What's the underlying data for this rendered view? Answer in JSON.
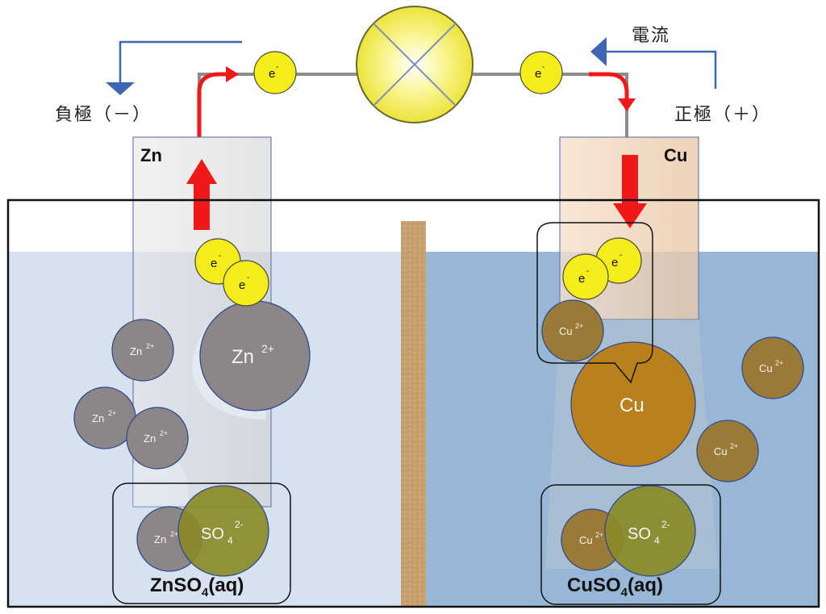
{
  "labels": {
    "current": "電流",
    "anode": "負極（－）",
    "cathode": "正極（＋）",
    "zinc_electrode": "Zn",
    "copper_electrode": "Cu",
    "zn_solution_main": "ZnSO",
    "zn_solution_sub": "4",
    "zn_solution_tail": "(aq)",
    "cu_solution_main": "CuSO",
    "cu_solution_sub": "4",
    "cu_solution_tail": "(aq)"
  },
  "particles": {
    "electron": "e",
    "electron_charge": "-",
    "zinc_ion": "Zn",
    "copper_ion": "Cu",
    "ion_charge": "2+",
    "copper_atom": "Cu",
    "sulfate": "SO",
    "sulfate_sub": "4",
    "sulfate_charge": "2-"
  },
  "colors": {
    "wire": "#8c8c8c",
    "electron_fill": "#f5ec1c",
    "zinc_ion_fill": "#8d8688",
    "copper_ion_fill": "#9a7a36",
    "copper_atom_fill": "#b9801c",
    "sulfate_fill": "#8a8a28",
    "arrow_red": "#f01818",
    "current_arrow": "#3f66b4",
    "zn_solution": "#d7e2f0",
    "cu_solution": "#98b7d6",
    "salt_bridge": "#c9a070"
  }
}
